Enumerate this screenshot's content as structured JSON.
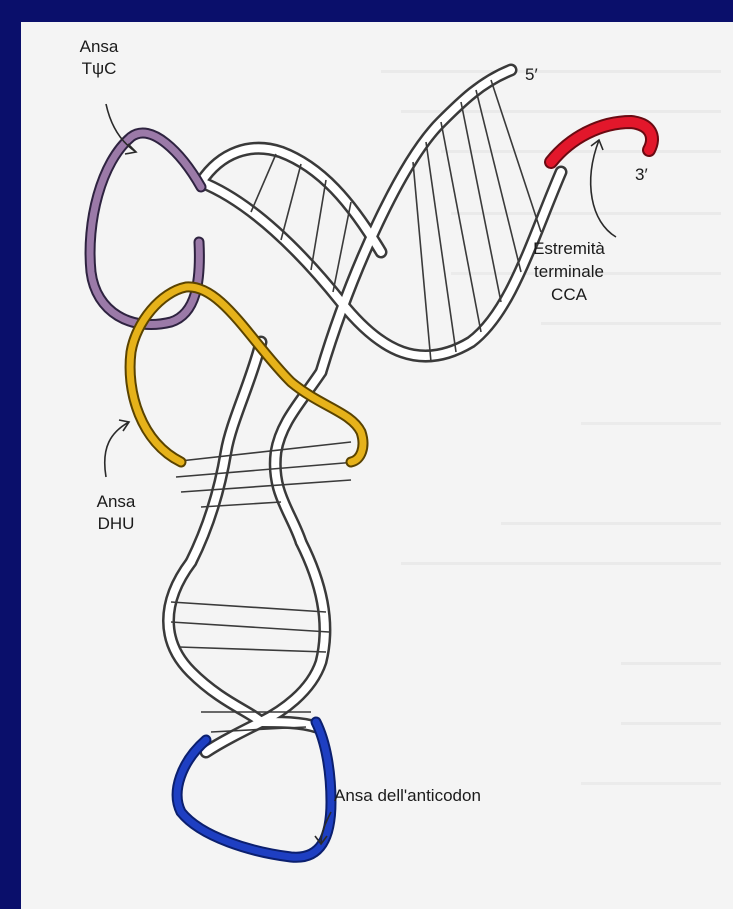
{
  "labels": {
    "tpsic_line1": "Ansa",
    "tpsic_line2": "TψC",
    "dhu_line1": "Ansa",
    "dhu_line2": "DHU",
    "cca_line1": "Estremità",
    "cca_line2": "terminale",
    "cca_line3": "CCA",
    "anticodon": "Ansa dell'anticodon",
    "five_prime": "5′",
    "three_prime": "3′"
  },
  "colors": {
    "background": "#0a0f6b",
    "panel": "#f4f4f4",
    "tpsic_loop": "#9b7aa8",
    "dhu_loop": "#e6b21a",
    "anticodon_loop": "#1e3fc2",
    "cca_end": "#e2172b",
    "strand": "#3a3a3a"
  }
}
